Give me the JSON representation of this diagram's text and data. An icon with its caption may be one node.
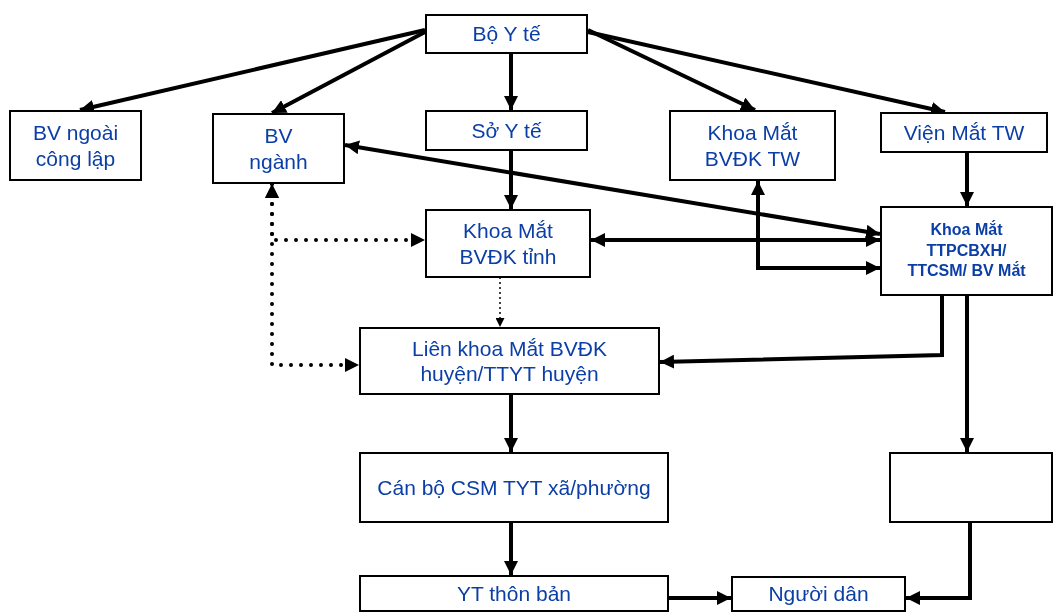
{
  "diagram": {
    "nodes": [
      {
        "text": [
          "Bộ Y tế"
        ]
      },
      {
        "text": [
          "BV ngoài công lập"
        ]
      },
      {
        "text": [
          "BV ngành"
        ]
      },
      {
        "text": [
          "Sở Y tế"
        ]
      },
      {
        "text": [
          "Khoa Mắt BVĐK TW"
        ]
      },
      {
        "text": [
          "Viện Mắt TW"
        ]
      },
      {
        "text": [
          "Khoa Mắt BVĐK tỉnh"
        ]
      },
      {
        "text": [
          "Khoa Mắt TTPCBXH/ TTCSM/ BV Mắt"
        ]
      },
      {
        "text": [
          "Liên khoa Mắt BVĐK huyện/TTYT huyện"
        ]
      },
      {
        "text": [
          "Cán bộ CSM TYT xã/phường"
        ]
      },
      {
        "text": [],
        "shape": "box"
      },
      {
        "text": [
          "YT thôn bản"
        ]
      },
      {
        "text": [
          "Người dân"
        ]
      }
    ],
    "edges": [
      {
        "from": 0,
        "to": 1,
        "arrow": "to"
      },
      {
        "from": 0,
        "to": 2,
        "arrow": "to"
      },
      {
        "from": 0,
        "to": 3,
        "arrow": "to"
      },
      {
        "from": 0,
        "to": 4,
        "arrow": "to"
      },
      {
        "from": 0,
        "to": 5,
        "arrow": "to"
      },
      {
        "from": 2,
        "to": 7,
        "arrow": "both"
      },
      {
        "from": 3,
        "to": 6,
        "arrow": "to"
      },
      {
        "from": 5,
        "to": 7,
        "arrow": "to"
      },
      {
        "from": 6,
        "to": 7,
        "arrow": "both"
      },
      {
        "from": 4,
        "to": 7,
        "arrow": "both"
      },
      {
        "from": 2,
        "to": 6,
        "arrow": "both",
        "style": "dashed"
      },
      {
        "from": 2,
        "to": 8,
        "arrow": "both",
        "style": "dashed"
      },
      {
        "from": 6,
        "to": 8,
        "arrow": "to",
        "style": "dashed"
      },
      {
        "from": 7,
        "to": 8,
        "arrow": "to"
      },
      {
        "from": 7,
        "to": 10,
        "arrow": "to"
      },
      {
        "from": 8,
        "to": 9,
        "arrow": "to"
      },
      {
        "from": 9,
        "to": 11,
        "arrow": "to"
      },
      {
        "from": 11,
        "to": 12,
        "arrow": "to"
      },
      {
        "from": 10,
        "to": 12,
        "arrow": "to"
      }
    ]
  }
}
